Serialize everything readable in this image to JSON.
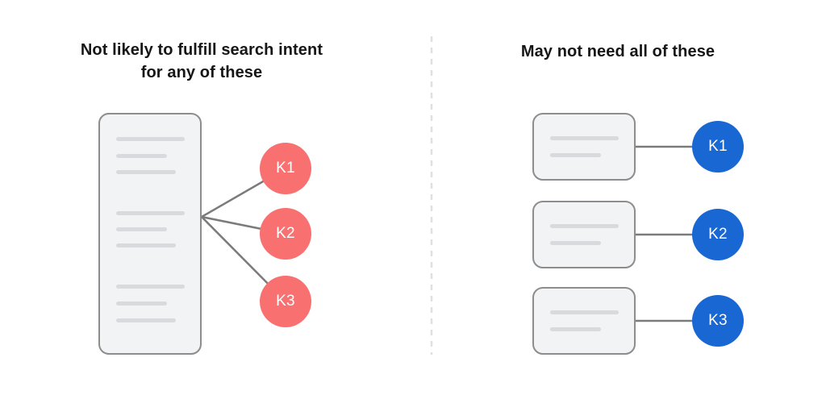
{
  "left_panel": {
    "title_line1": "Not likely to fulfill search intent",
    "title_line2": "for any of these",
    "node_color": "#f87070",
    "nodes": [
      {
        "label": "K1"
      },
      {
        "label": "K2"
      },
      {
        "label": "K3"
      }
    ]
  },
  "right_panel": {
    "title": "May not need all of these",
    "node_color": "#1967d2",
    "nodes": [
      {
        "label": "K1"
      },
      {
        "label": "K2"
      },
      {
        "label": "K3"
      }
    ]
  },
  "colors": {
    "background": "#ffffff",
    "title_text": "#161616",
    "card_fill": "#f2f3f4",
    "card_border": "#8d8d8d",
    "skeleton_line": "#d8dade",
    "connector_line": "#7b7b7b",
    "divider_dash": "#dde1e6",
    "node_label_text": "#ffffff"
  }
}
